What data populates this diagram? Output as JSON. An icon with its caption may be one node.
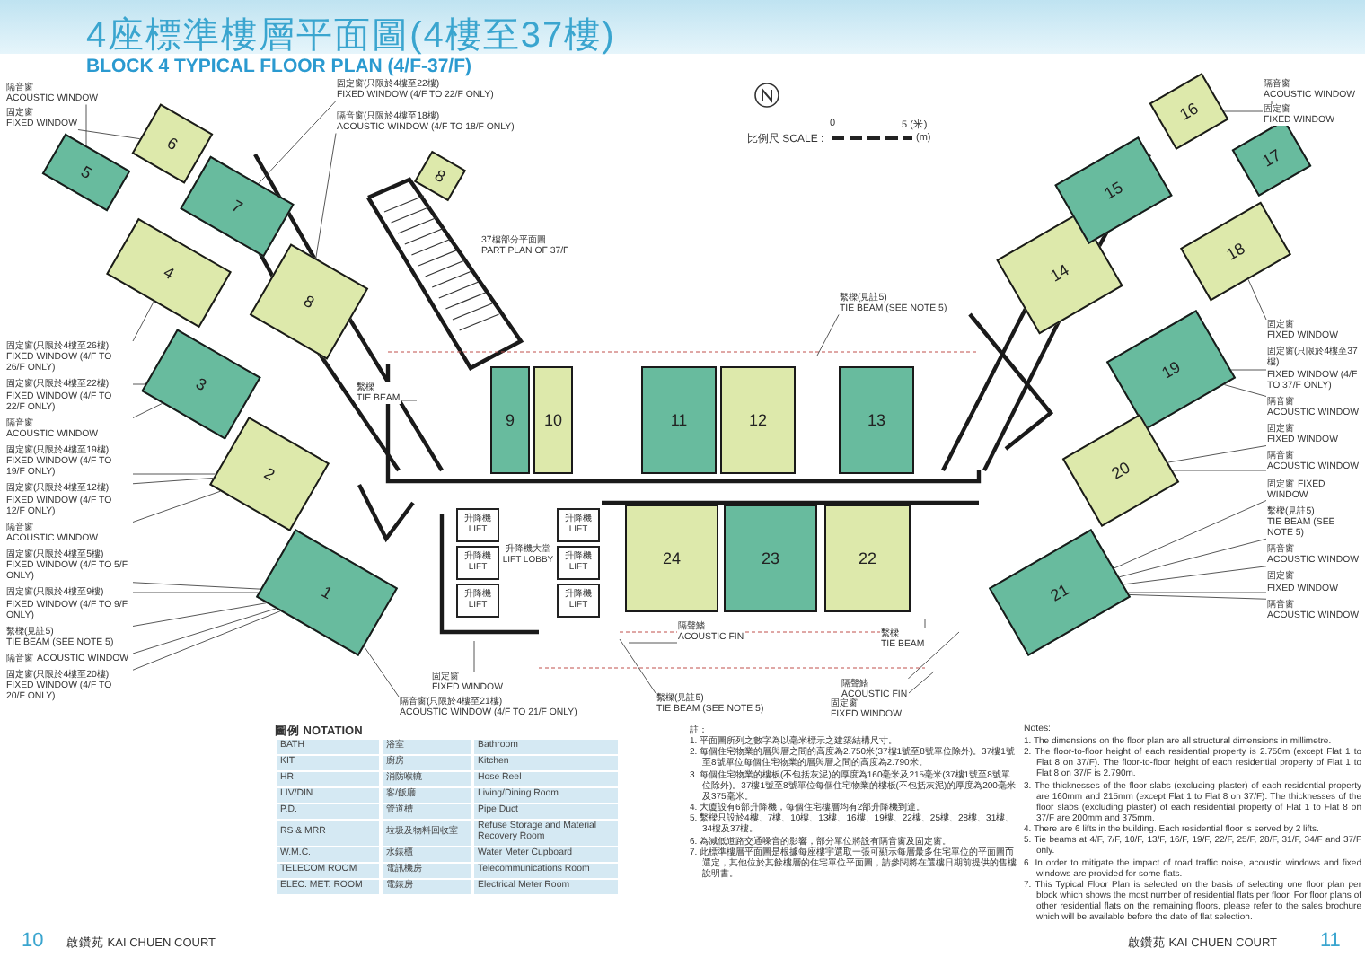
{
  "diagram": {
    "title": "4座標準樓層平面圖(4樓至37樓)",
    "nodes": [
      {
        "text": [
          "1"
        ]
      },
      {
        "text": [
          "2"
        ]
      },
      {
        "text": [
          "3"
        ]
      },
      {
        "text": [
          "4"
        ]
      },
      {
        "text": [
          "5"
        ]
      },
      {
        "text": [
          "6"
        ]
      },
      {
        "text": [
          "7"
        ]
      },
      {
        "text": [
          "8"
        ]
      },
      {
        "text": [
          "9"
        ]
      },
      {
        "text": [
          "10"
        ]
      },
      {
        "text": [
          "11"
        ]
      },
      {
        "text": [
          "12"
        ]
      },
      {
        "text": [
          "13"
        ]
      },
      {
        "text": [
          "14"
        ]
      },
      {
        "text": [
          "15"
        ]
      },
      {
        "text": [
          "16"
        ]
      },
      {
        "text": [
          "17"
        ]
      },
      {
        "text": [
          "18"
        ]
      },
      {
        "text": [
          "19"
        ]
      },
      {
        "text": [
          "20"
        ]
      },
      {
        "text": [
          "21"
        ]
      },
      {
        "text": [
          "22"
        ]
      },
      {
        "text": [
          "23"
        ]
      },
      {
        "text": [
          "24"
        ]
      },
      {
        "text": [
          "8"
        ]
      },
      {
        "text": [
          "升降機",
          "LIFT"
        ]
      },
      {
        "text": [
          "升降機",
          "LIFT"
        ]
      },
      {
        "text": [
          "升降機",
          "LIFT"
        ]
      },
      {
        "text": [
          "升降機",
          "LIFT"
        ]
      },
      {
        "text": [
          "升降機",
          "LIFT"
        ]
      },
      {
        "text": [
          "升降機",
          "LIFT"
        ]
      },
      {
        "text": [
          "隔音窗",
          "ACOUSTIC WINDOW"
        ]
      },
      {
        "text": [
          "固定窗",
          "FIXED WINDOW"
        ]
      },
      {
        "text": [
          "固定窗(只限於4樓至22樓)",
          "FIXED WINDOW (4/F TO 22/F ONLY)"
        ]
      },
      {
        "text": [
          "隔音窗(只限於4樓至18樓)",
          "ACOUSTIC WINDOW (4/F TO 18/F ONLY)"
        ]
      },
      {
        "text": [
          "固定窗(只限於4樓至26樓)",
          "FIXED WINDOW (4/F TO 26/F ONLY)"
        ]
      },
      {
        "text": [
          "固定窗(只限於4樓至22樓)",
          "FIXED WINDOW (4/F TO 22/F ONLY)"
        ]
      },
      {
        "text": [
          "隔音窗",
          "ACOUSTIC WINDOW"
        ]
      },
      {
        "text": [
          "固定窗(只限於4樓至19樓)",
          "FIXED WINDOW (4/F TO 19/F ONLY)"
        ]
      },
      {
        "text": [
          "固定窗(只限於4樓至12樓)",
          "FIXED WINDOW (4/F TO 12/F ONLY)"
        ]
      },
      {
        "text": [
          "隔音窗",
          "ACOUSTIC WINDOW"
        ]
      },
      {
        "text": [
          "固定窗(只限於4樓至5樓)",
          "FIXED WINDOW (4/F TO 5/F ONLY)"
        ]
      },
      {
        "text": [
          "固定窗(只限於4樓至9樓)",
          "FIXED WINDOW (4/F TO 9/F ONLY)"
        ]
      },
      {
        "text": [
          "繫樑(見註5)",
          "TIE BEAM (SEE NOTE 5)"
        ]
      },
      {
        "text": [
          "隔音窗",
          "ACOUSTIC WINDOW"
        ]
      },
      {
        "text": [
          "固定窗(只限於4樓至20樓)",
          "FIXED WINDOW (4/F TO 20/F ONLY)"
        ]
      },
      {
        "text": [
          "繫樑",
          "TIE BEAM"
        ]
      },
      {
        "text": [
          "繫樑(見註5)",
          "TIE BEAM (SEE NOTE 5)"
        ]
      },
      {
        "text": [
          "隔聲鰭",
          "ACOUSTIC FIN"
        ]
      },
      {
        "text": [
          "繫樑",
          "TIE BEAM"
        ]
      },
      {
        "text": [
          "繫樑(見註5)",
          "TIE BEAM (SEE NOTE 5)"
        ]
      },
      {
        "text": [
          "隔聲鰭",
          "ACOUSTIC FIN"
        ]
      },
      {
        "text": [
          "固定窗",
          "FIXED WINDOW"
        ]
      },
      {
        "text": [
          "隔音窗(只限於4樓至21樓)",
          "ACOUSTIC WINDOW (4/F TO 21/F ONLY)"
        ]
      },
      {
        "text": [
          "固定窗",
          "FIXED WINDOW"
        ]
      },
      {
        "text": [
          "隔音窗",
          "ACOUSTIC WINDOW"
        ]
      },
      {
        "text": [
          "固定窗",
          "FIXED WINDOW"
        ]
      },
      {
        "text": [
          "固定窗",
          "FIXED WINDOW"
        ]
      },
      {
        "text": [
          "固定窗(只限於4樓至37樓)",
          "FIXED WINDOW (4/F TO 37/F ONLY)"
        ]
      },
      {
        "text": [
          "隔音窗",
          "ACOUSTIC WINDOW"
        ]
      },
      {
        "text": [
          "固定窗",
          "FIXED WINDOW"
        ]
      },
      {
        "text": [
          "隔音窗",
          "ACOUSTIC WINDOW"
        ]
      },
      {
        "text": [
          "固定窗",
          "FIXED WINDOW"
        ]
      },
      {
        "text": [
          "繫樑(見註5)",
          "TIE BEAM (SEE NOTE 5)"
        ]
      },
      {
        "text": [
          "隔音窗",
          "ACOUSTIC WINDOW"
        ]
      },
      {
        "text": [
          "固定窗",
          "FIXED WINDOW"
        ]
      },
      {
        "text": [
          "隔音窗",
          "ACOUSTIC WINDOW"
        ]
      }
    ],
    "edges": [
      {
        "from": 31,
        "to": 4,
        "arrow": "none"
      },
      {
        "from": 32,
        "to": 5,
        "arrow": "none"
      },
      {
        "from": 33,
        "to": 6,
        "arrow": "none"
      },
      {
        "from": 34,
        "to": 7,
        "arrow": "none"
      },
      {
        "from": 35,
        "to": 3,
        "arrow": "none"
      },
      {
        "from": 36,
        "to": 2,
        "arrow": "none"
      },
      {
        "from": 37,
        "to": 2,
        "arrow": "none"
      },
      {
        "from": 38,
        "to": 1,
        "arrow": "none"
      },
      {
        "from": 39,
        "to": 1,
        "arrow": "none"
      },
      {
        "from": 40,
        "to": 1,
        "arrow": "none"
      },
      {
        "from": 41,
        "to": 0,
        "arrow": "none"
      },
      {
        "from": 42,
        "to": 0,
        "arrow": "none"
      },
      {
        "from": 43,
        "to": 0,
        "arrow": "none"
      },
      {
        "from": 44,
        "to": 0,
        "arrow": "none"
      },
      {
        "from": 45,
        "to": 0,
        "arrow": "none"
      },
      {
        "from": 46,
        "to": null,
        "arrow": "none"
      },
      {
        "from": 47,
        "to": null,
        "arrow": "none"
      },
      {
        "from": 48,
        "to": null,
        "arrow": "none"
      },
      {
        "from": 49,
        "to": null,
        "arrow": "none"
      },
      {
        "from": 50,
        "to": null,
        "arrow": "none"
      },
      {
        "from": 51,
        "to": null,
        "arrow": "none"
      },
      {
        "from": 52,
        "to": null,
        "arrow": "none"
      },
      {
        "from": 53,
        "to": 0,
        "arrow": "none"
      },
      {
        "from": 54,
        "to": null,
        "arrow": "none"
      },
      {
        "from": 55,
        "to": 16,
        "arrow": "none"
      },
      {
        "from": 56,
        "to": 15,
        "arrow": "none"
      },
      {
        "from": 57,
        "to": 17,
        "arrow": "none"
      },
      {
        "from": 58,
        "to": 18,
        "arrow": "none"
      },
      {
        "from": 59,
        "to": 18,
        "arrow": "none"
      },
      {
        "from": 60,
        "to": 19,
        "arrow": "none"
      },
      {
        "from": 61,
        "to": 19,
        "arrow": "none"
      },
      {
        "from": 62,
        "to": 20,
        "arrow": "none"
      },
      {
        "from": 63,
        "to": 20,
        "arrow": "none"
      },
      {
        "from": 64,
        "to": 20,
        "arrow": "none"
      },
      {
        "from": 65,
        "to": 20,
        "arrow": "none"
      },
      {
        "from": 66,
        "to": 20,
        "arrow": "none"
      }
    ],
    "labels": [
      "BLOCK 4 TYPICAL FLOOR PLAN (4/F-37/F)",
      "37樓部分平面圖",
      "PART PLAN OF 37/F",
      "比例尺 SCALE :",
      "0",
      "5 (米)",
      "(m)",
      "升降機大堂",
      "LIFT LOBBY",
      "圖例 NOTATION",
      "BATH",
      "浴室",
      "Bathroom",
      "KIT",
      "廚房",
      "Kitchen",
      "HR",
      "消防喉轆",
      "Hose Reel",
      "LIV/DIN",
      "客/飯廳",
      "Living/Dining Room",
      "P.D.",
      "管道槽",
      "Pipe Duct",
      "RS & MRR",
      "垃圾及物料回收室",
      "Refuse Storage and Material Recovery Room",
      "W.M.C.",
      "水錶櫃",
      "Water Meter Cupboard",
      "TELECOM ROOM",
      "電訊機房",
      "Telecommunications Room",
      "ELEC. MET. ROOM",
      "電錶房",
      "Electrical Meter Room",
      "註：",
      "1. 平面圖所列之數字為以毫米標示之建築結構尺寸。",
      "2. 每個住宅物業的層與層之間的高度為2.750米(37樓1號至8號單位除外)。37樓1號至8號單位每個住宅物業的層與層之間的高度為2.790米。",
      "3. 每個住宅物業的樓板(不包括灰泥)的厚度為160毫米及215毫米(37樓1號至8號單位除外)。37樓1號至8號單位每個住宅物業的樓板(不包括灰泥)的厚度為200毫米及375毫米。",
      "4. 大廈設有6部升降機，每個住宅樓層均有2部升降機到達。",
      "5. 繫樑只設於4樓、7樓、10樓、13樓、16樓、19樓、22樓、25樓、28樓、31樓、34樓及37樓。",
      "6. 為減低道路交通噪音的影響，部分單位將設有隔音窗及固定窗。",
      "7. 此標準樓層平面圖是根據每座樓宇選取一張可顯示每層最多住宅單位的平面圖而選定，其他位於其餘樓層的住宅單位平面圖，請參閱將在選樓日期前提供的售樓說明書。",
      "Notes:",
      "1. The dimensions on the floor plan are all structural dimensions in millimetre.",
      "2. The floor-to-floor height of each residential property is 2.750m (except Flat 1 to Flat 8 on 37/F). The floor-to-floor height of each residential property of Flat 1 to Flat 8 on 37/F is 2.790m.",
      "3. The thicknesses of the floor slabs (excluding plaster) of each residential property are 160mm and 215mm (except Flat 1 to Flat 8 on 37/F). The thicknesses of the floor slabs (excluding plaster) of each residential property of Flat 1 to Flat 8 on 37/F are 200mm and 375mm.",
      "4. There are 6 lifts in the building. Each residential floor is served by 2 lifts.",
      "5. Tie beams at 4/F, 7/F, 10/F, 13/F, 16/F, 19/F, 22/F, 25/F, 28/F, 31/F, 34/F and 37/F only.",
      "6. In order to mitigate the impact of road traffic noise, acoustic windows and fixed windows are provided for some flats.",
      "7. This Typical Floor Plan is selected on the basis of selecting one floor plan per block which shows the most number of residential flats per floor. For floor plans of other residential flats on the remaining floors, please refer to the sales brochure which will be available before the date of flat selection.",
      "10",
      "啟鑽苑 KAI CHUEN COURT",
      "啟鑽苑 KAI CHUEN COURT",
      "11"
    ]
  }
}
